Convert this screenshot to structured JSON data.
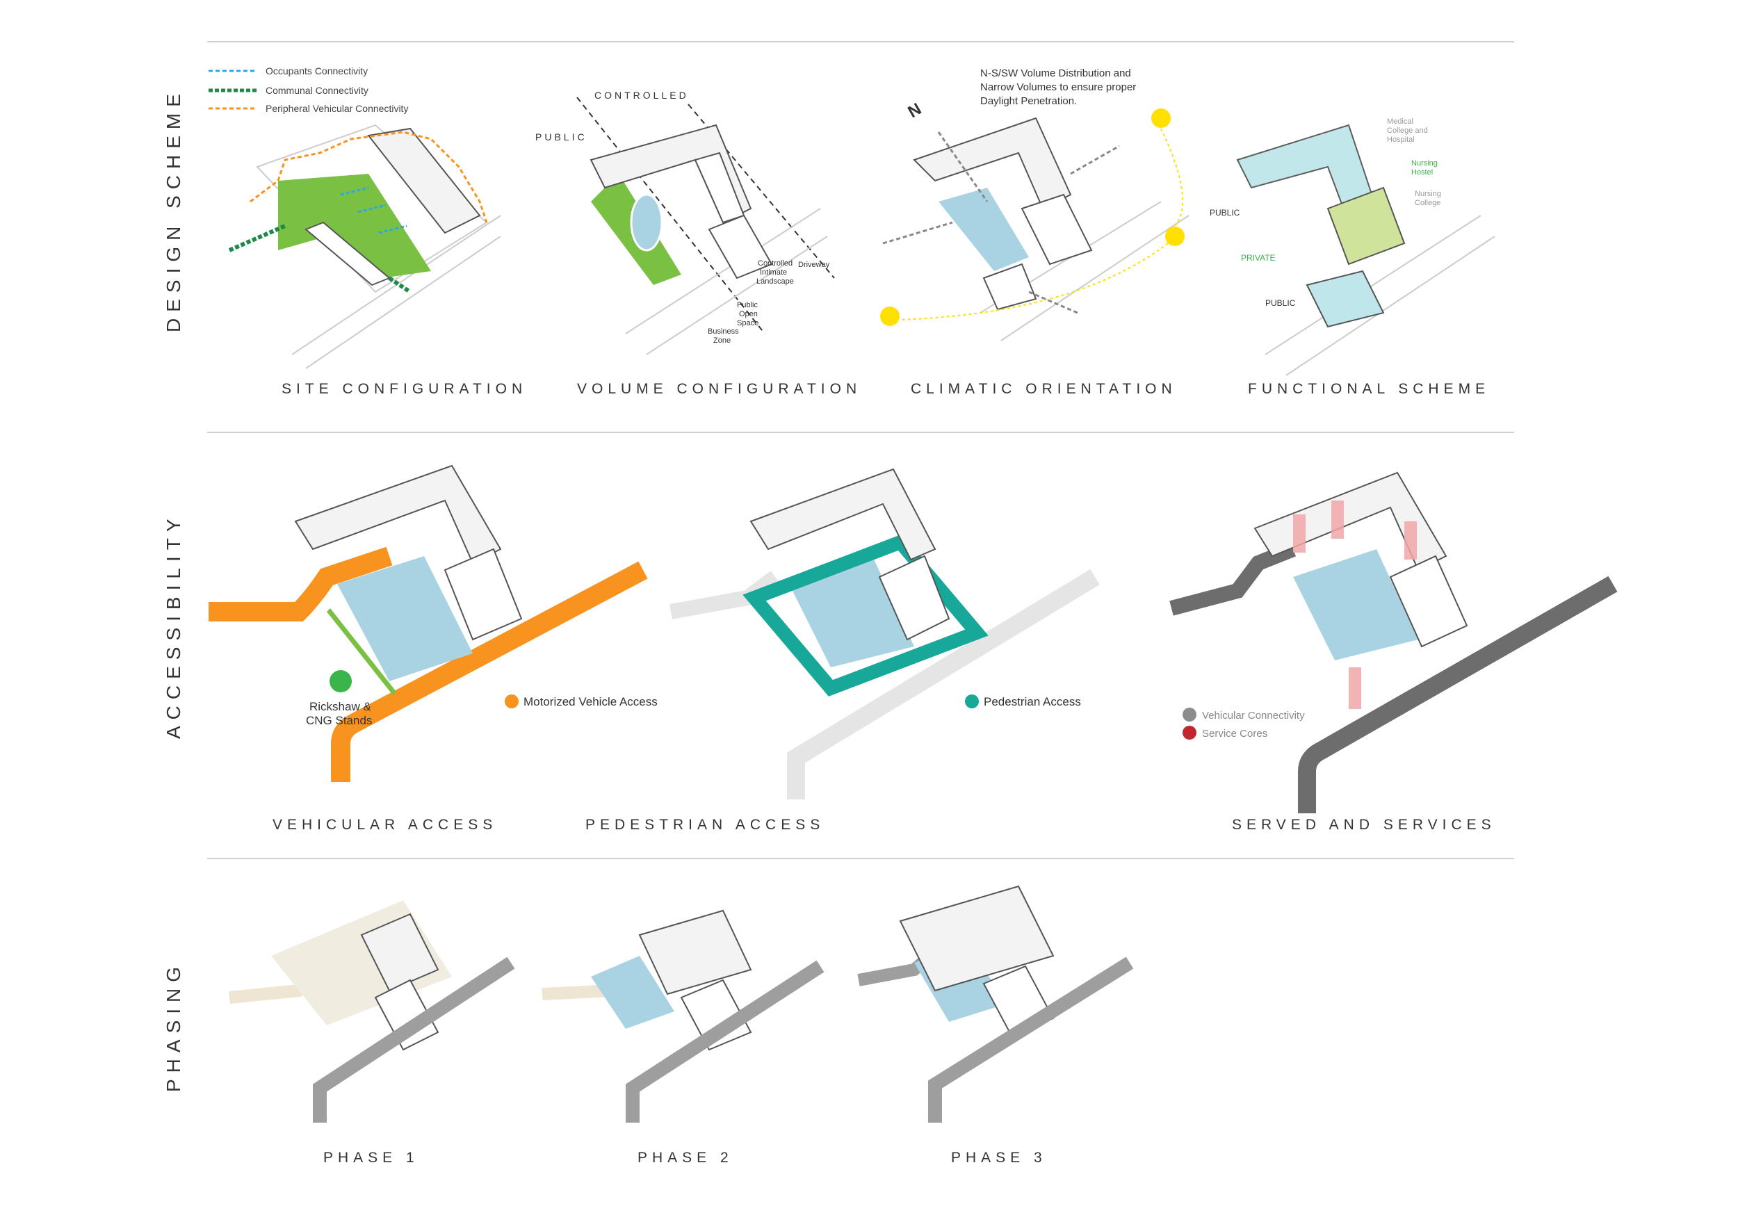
{
  "rows": {
    "design_scheme": "DESIGN SCHEME",
    "accessibility": "ACCESSIBILITY",
    "phasing": "PHASING"
  },
  "captions": {
    "site_configuration": "SITE CONFIGURATION",
    "volume_configuration": "VOLUME CONFIGURATION",
    "climatic_orientation": "CLIMATIC ORIENTATION",
    "functional_scheme": "FUNCTIONAL SCHEME",
    "vehicular_access": "VEHICULAR ACCESS",
    "pedestrian_access": "PEDESTRIAN ACCESS",
    "served_and_services": "SERVED AND SERVICES",
    "phase_1": "PHASE 1",
    "phase_2": "PHASE 2",
    "phase_3": "PHASE 3"
  },
  "site_legend": {
    "occupants": "Occupants Connectivity",
    "communal": "Communal Connectivity",
    "peripheral": "Peripheral Vehicular Connectivity"
  },
  "volume_labels": {
    "controlled": "CONTROLLED",
    "public": "PUBLIC",
    "driveway": "Driveway",
    "controlled_landscape": [
      "Controlled",
      "Intimate",
      "Landscape"
    ],
    "public_open_space": [
      "Public",
      "Open",
      "Space"
    ],
    "business_zone": [
      "Business",
      "Zone"
    ]
  },
  "climate_note": [
    "N-S/SW Volume Distribution and",
    "Narrow Volumes to ensure proper",
    "Daylight Penetration."
  ],
  "compass": "N",
  "functional_labels": {
    "medical": [
      "Medical",
      "College and",
      "Hospital"
    ],
    "nursing_hostel": [
      "Nursing",
      "Hostel"
    ],
    "nursing_college": [
      "Nursing",
      "College"
    ],
    "public_a": "PUBLIC",
    "private": "PRIVATE",
    "public_b": "PUBLIC"
  },
  "access_legend": {
    "rickshaw": [
      "Rickshaw &",
      "CNG Stands"
    ],
    "motorized": "Motorized Vehicle Access",
    "pedestrian": "Pedestrian Access",
    "vehicular_connectivity": "Vehicular Connectivity",
    "service_cores": "Service Cores"
  },
  "colors": {
    "orange": "#f7931e",
    "green": "#6abf3f",
    "dark_green": "#1e8a4a",
    "teal": "#17a89a",
    "blue_water": "#a9d3e3",
    "cyan_line": "#29a9e0",
    "lime": "#c9e28a",
    "sun": "#ffe000",
    "red_core": "#c1272d",
    "grey_road": "#8c8c8c",
    "tan": "#e8dcc4"
  }
}
